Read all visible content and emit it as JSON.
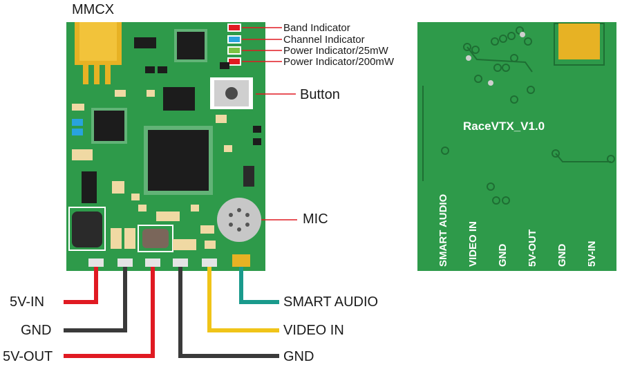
{
  "labels": {
    "mmcx": "MMCX",
    "band": "Band Indicator",
    "channel": "Channel Indicator",
    "power25": "Power Indicator/25mW",
    "power200": "Power Indicator/200mW",
    "button": "Button",
    "mic": "MIC"
  },
  "wires_left": [
    "5V-IN",
    "GND",
    "5V-OUT"
  ],
  "wires_right": [
    "SMART AUDIO",
    "VIDEO IN",
    "GND"
  ],
  "back_board": {
    "title": "RaceVTX_V1.0",
    "pins": [
      "SMART AUDIO",
      "VIDEO IN",
      "GND",
      "5V-OUT",
      "GND",
      "5V-IN"
    ]
  },
  "colors": {
    "pcb": "#2e9a4a",
    "wire_red": "#e01a22",
    "wire_black": "#3a3a3a",
    "wire_yellow": "#f0c419",
    "wire_teal": "#1a9a8c",
    "led_band": "#e01a22",
    "led_channel": "#29a3dd",
    "led_25mw": "#7cc242",
    "led_200mw": "#e01a22"
  }
}
